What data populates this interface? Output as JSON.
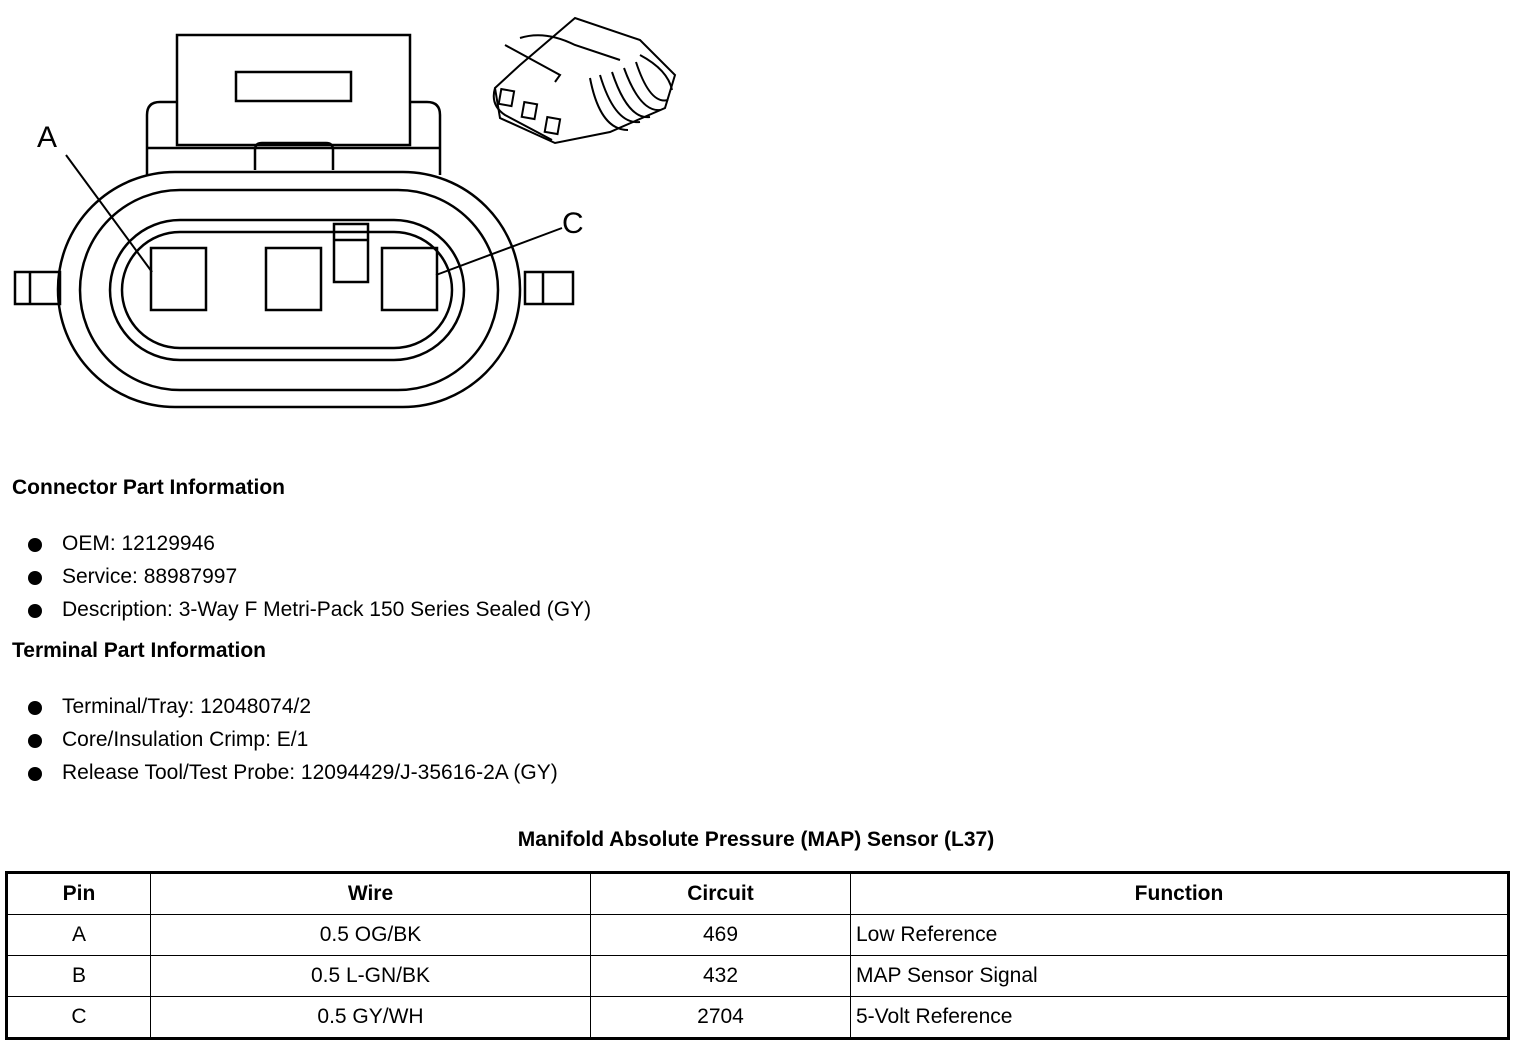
{
  "diagram": {
    "labels": {
      "pin_a": "A",
      "pin_c": "C"
    }
  },
  "connector": {
    "title": "Connector Part Information",
    "items": [
      "OEM: 12129946",
      "Service: 88987997",
      "Description: 3-Way F Metri-Pack 150 Series Sealed (GY)"
    ]
  },
  "terminal": {
    "title": "Terminal Part Information",
    "items": [
      "Terminal/Tray: 12048074/2",
      "Core/Insulation Crimp: E/1",
      "Release Tool/Test Probe: 12094429/J-35616-2A (GY)"
    ]
  },
  "table": {
    "title": "Manifold Absolute Pressure (MAP) Sensor (L37)",
    "headers": [
      "Pin",
      "Wire",
      "Circuit",
      "Function"
    ],
    "rows": [
      [
        "A",
        "0.5 OG/BK",
        "469",
        "Low Reference"
      ],
      [
        "B",
        "0.5 L-GN/BK",
        "432",
        "MAP Sensor Signal"
      ],
      [
        "C",
        "0.5 GY/WH",
        "2704",
        "5-Volt Reference"
      ]
    ]
  }
}
